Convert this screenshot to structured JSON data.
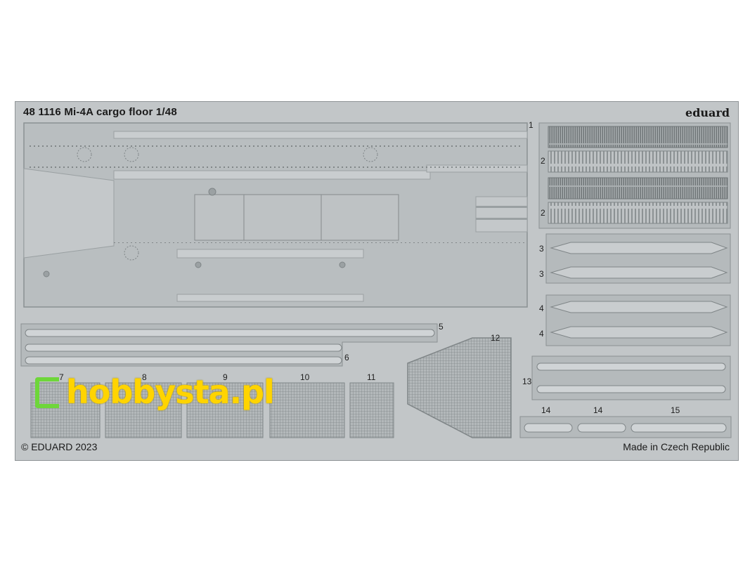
{
  "sheet": {
    "title": "48 1116  Mi-4A cargo floor 1/48",
    "brand": "eduard",
    "copyright": "© EDUARD 2023",
    "made_in": "Made in Czech Republic",
    "watermark": "hobbysta.pl",
    "colors": {
      "sheet": "#c2c6c8",
      "part_fill": "#b7bcbe",
      "part_stroke": "#8a9092",
      "watermark_text": "#ffd400",
      "watermark_icon": "#6ed63a"
    }
  },
  "parts": {
    "p1": "1",
    "p2a": "2",
    "p2b": "2",
    "p3a": "3",
    "p3b": "3",
    "p4a": "4",
    "p4b": "4",
    "p5": "5",
    "p6": "6",
    "p7": "7",
    "p8": "8",
    "p9": "9",
    "p10": "10",
    "p11": "11",
    "p12": "12",
    "p13": "13",
    "p14a": "14",
    "p14b": "14",
    "p15": "15"
  }
}
